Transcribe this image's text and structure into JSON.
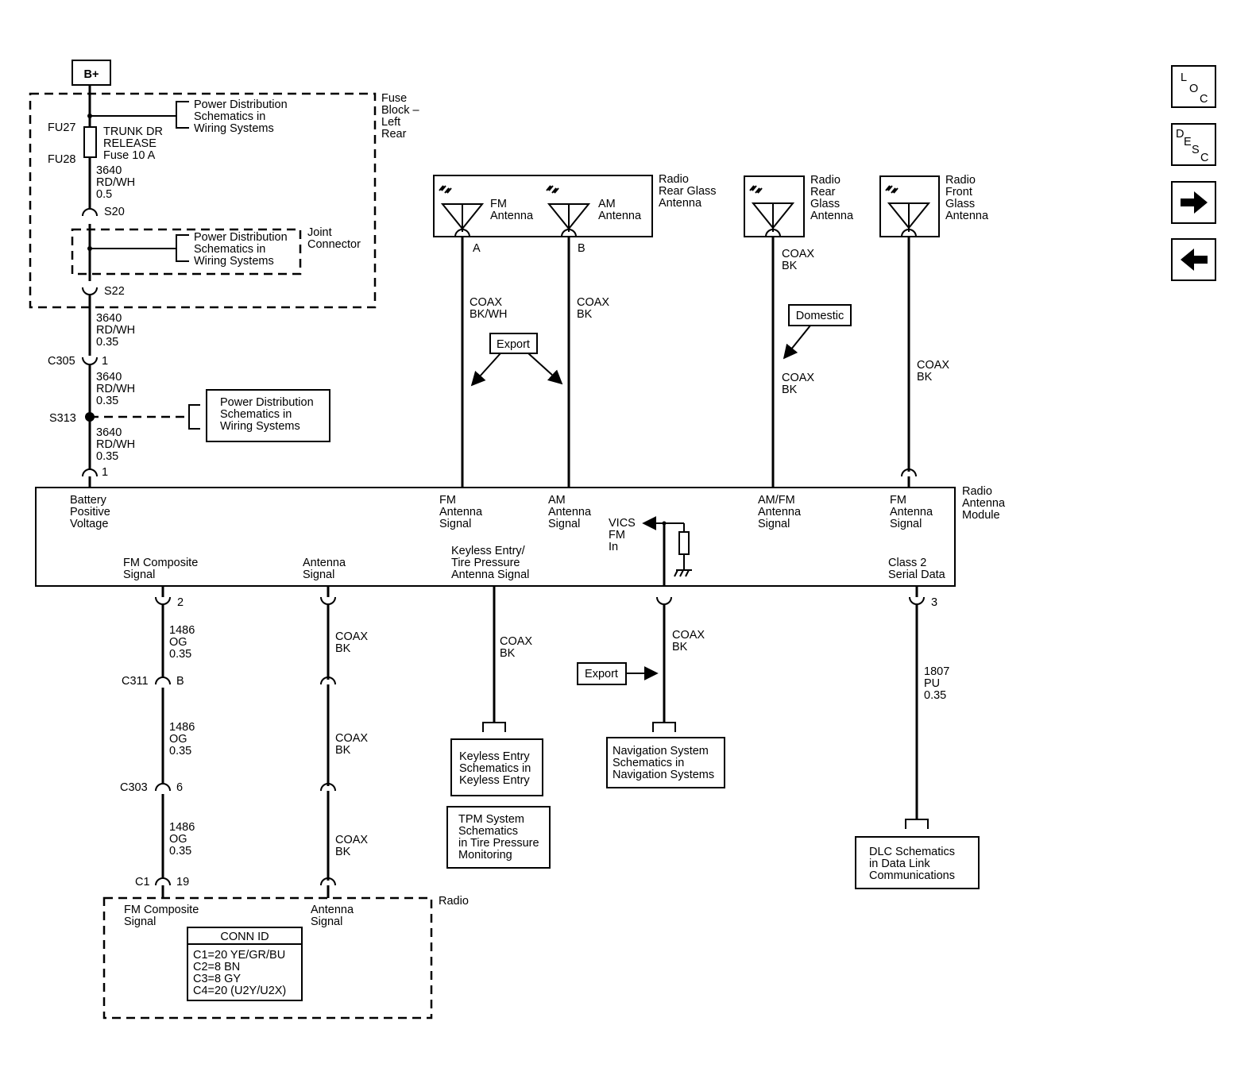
{
  "power": {
    "bplus": "B+",
    "fuse_block_label": [
      "Fuse",
      "Block –",
      "Left",
      "Rear"
    ],
    "fu27": "FU27",
    "fu28": "FU28",
    "fuse_name": [
      "TRUNK DR",
      "RELEASE",
      "Fuse 10 A"
    ],
    "ref_power_dist": [
      "Power Distribution",
      "Schematics in",
      "Wiring Systems"
    ],
    "wire_a": [
      "3640",
      "RD/WH",
      "0.5"
    ],
    "s20": "S20",
    "joint_connector": [
      "Joint",
      "Connector"
    ],
    "s22": "S22",
    "wire_b": [
      "3640",
      "RD/WH",
      "0.35"
    ],
    "c305": "C305",
    "pin1": "1",
    "s313": "S313",
    "pin1_module": "1"
  },
  "antennas": {
    "rear_glass_label": [
      "Radio",
      "Rear Glass",
      "Antenna"
    ],
    "fm_antenna": [
      "FM",
      "Antenna"
    ],
    "am_antenna": [
      "AM",
      "Antenna"
    ],
    "pin_a": "A",
    "pin_b": "B",
    "rear_glass2_label": [
      "Radio",
      "Rear",
      "Glass",
      "Antenna"
    ],
    "front_glass_label": [
      "Radio",
      "Front",
      "Glass",
      "Antenna"
    ],
    "coax_bkwh": [
      "COAX",
      "BK/WH"
    ],
    "coax_bk": [
      "COAX",
      "BK"
    ],
    "export": "Export",
    "domestic": "Domestic"
  },
  "module": {
    "name": [
      "Radio",
      "Antenna",
      "Module"
    ],
    "battery": [
      "Battery",
      "Positive",
      "Voltage"
    ],
    "fm_signal": [
      "FM",
      "Antenna",
      "Signal"
    ],
    "am_signal": [
      "AM",
      "Antenna",
      "Signal"
    ],
    "amfm_signal": [
      "AM/FM",
      "Antenna",
      "Signal"
    ],
    "fm_signal2": [
      "FM",
      "Antenna",
      "Signal"
    ],
    "vics": [
      "VICS",
      "FM",
      "In"
    ],
    "fm_composite": [
      "FM Composite",
      "Signal"
    ],
    "antenna_signal": [
      "Antenna",
      "Signal"
    ],
    "keyless": [
      "Keyless Entry/",
      "Tire Pressure",
      "Antenna Signal"
    ],
    "class2": [
      "Class 2",
      "Serial Data"
    ]
  },
  "lower": {
    "pin2": "2",
    "wire_1486": [
      "1486",
      "OG",
      "0.35"
    ],
    "c311": "C311",
    "pin_b": "B",
    "c303": "C303",
    "pin6": "6",
    "c1": "C1",
    "pin19": "19",
    "pin3": "3",
    "wire_1807": [
      "1807",
      "PU",
      "0.35"
    ],
    "coax_bk": [
      "COAX",
      "BK"
    ],
    "export": "Export",
    "keyless_ref": [
      "Keyless Entry",
      "Schematics in",
      "Keyless Entry"
    ],
    "tpm_ref": [
      "TPM System",
      "Schematics",
      "in Tire Pressure",
      "Monitoring"
    ],
    "nav_ref": [
      "Navigation System",
      "Schematics in",
      "Navigation Systems"
    ],
    "dlc_ref": [
      "DLC Schematics",
      "in Data Link",
      "Communications"
    ]
  },
  "radio": {
    "label": "Radio",
    "fm_composite": [
      "FM Composite",
      "Signal"
    ],
    "antenna_signal": [
      "Antenna",
      "Signal"
    ],
    "conn_id_title": "CONN ID",
    "conn_rows": [
      "C1=20 YE/GR/BU",
      "C2=8 BN",
      "C3=8 GY",
      "C4=20 (U2Y/U2X)"
    ]
  },
  "nav": {
    "loc": [
      "L",
      "O",
      "C"
    ],
    "desc": [
      "D",
      "E",
      "S",
      "C"
    ],
    "forward_icon": "arrow-right",
    "back_icon": "arrow-left"
  }
}
